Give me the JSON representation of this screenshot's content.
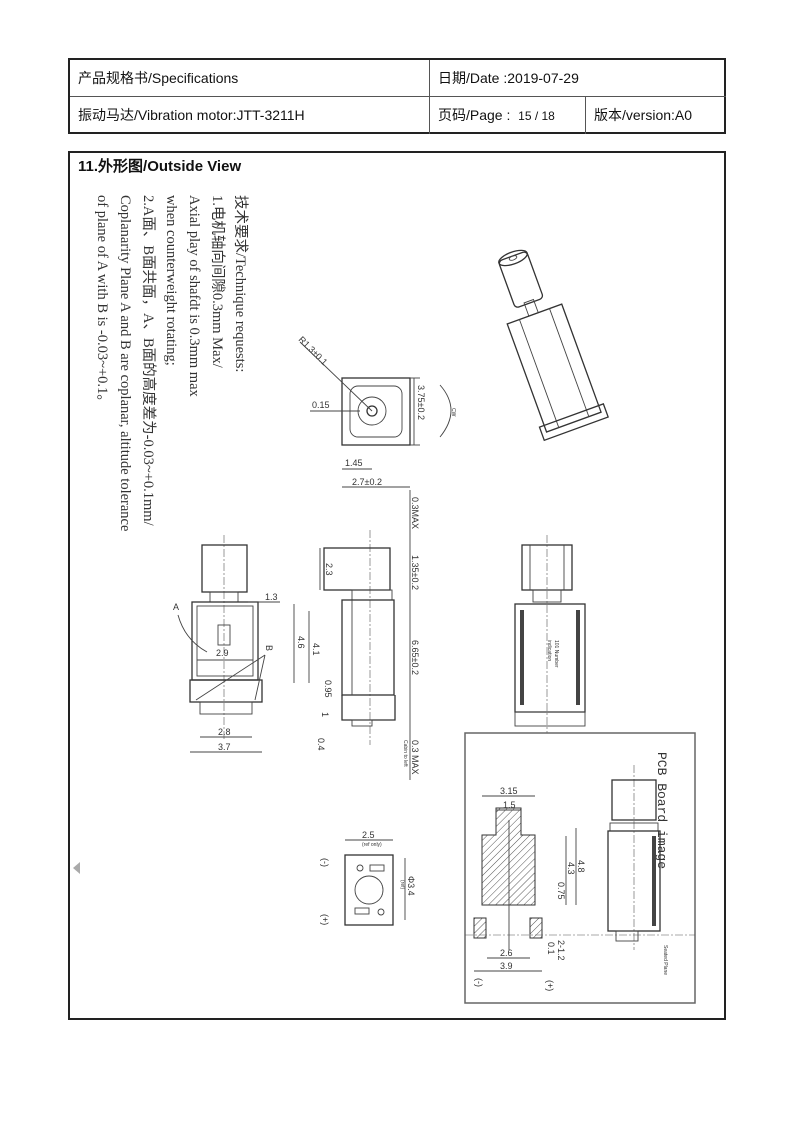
{
  "header": {
    "doc_type": "产品规格书/Specifications",
    "date_label": "日期/Date :",
    "date": "2019-07-29",
    "product": "振动马达/Vibration motor:JTT-3211H",
    "page_label": "页码/Page :",
    "page": "15 / 18",
    "version": "版本/version:A0"
  },
  "section": {
    "title": "11.外形图/Outside View"
  },
  "technique": {
    "lines": [
      "技术要求/Technique requests:",
      "1.电机轴向间隙0.3mm Max/",
      "Axial play of shafdt is 0.3mm max",
      "when counterweight rotating;",
      "2.A面、B面共面，A、B面的高度差为-0.03~+0.1mm/",
      "Coplanarity Plane A and B are coplanar, altitude tolerance",
      "of plane of A with B is -0.03~+0.1。"
    ]
  },
  "end_view": {
    "radius": "R1.3±0.1",
    "offset": "0.15",
    "height": "3.75±0.2",
    "half_width": "1.45",
    "width": "2.7±0.2",
    "rotation": "CW"
  },
  "front_view": {
    "dim_top": "1.3",
    "label_a": "A",
    "label_b": "B",
    "inner_width": "2.9",
    "base_width": "2.8",
    "total_width": "3.7"
  },
  "side_view": {
    "weight_len": "2.3",
    "body_len": "4.6",
    "body_inner": "4.1",
    "d095": "0.95",
    "d1": "1",
    "d04": "0.4",
    "axial_top": "0.3MAX",
    "shaft": "1.35±0.2",
    "total": "6.65±0.2",
    "axial_bottom": "0.3 MAX",
    "note": "Cabin to left"
  },
  "rear_view": {
    "marking": [
      "101 Number",
      "indication"
    ]
  },
  "bottom_view": {
    "width": "2.5",
    "width_note": "(ref only)",
    "diameter": "Φ3.4",
    "diameter_note": "(ref)",
    "neg": "(-)",
    "pos": "(+)"
  },
  "pcb": {
    "title": "PCB Board image",
    "w315": "3.15",
    "w15": "1.5",
    "h48": "4.8",
    "h43": "4.3",
    "h075": "0.75",
    "w26": "2.6",
    "w39": "3.9",
    "pad": "2-1.2",
    "gap": "0.1",
    "neg": "(-)",
    "pos": "(+)",
    "seated": "Seated Plane"
  }
}
